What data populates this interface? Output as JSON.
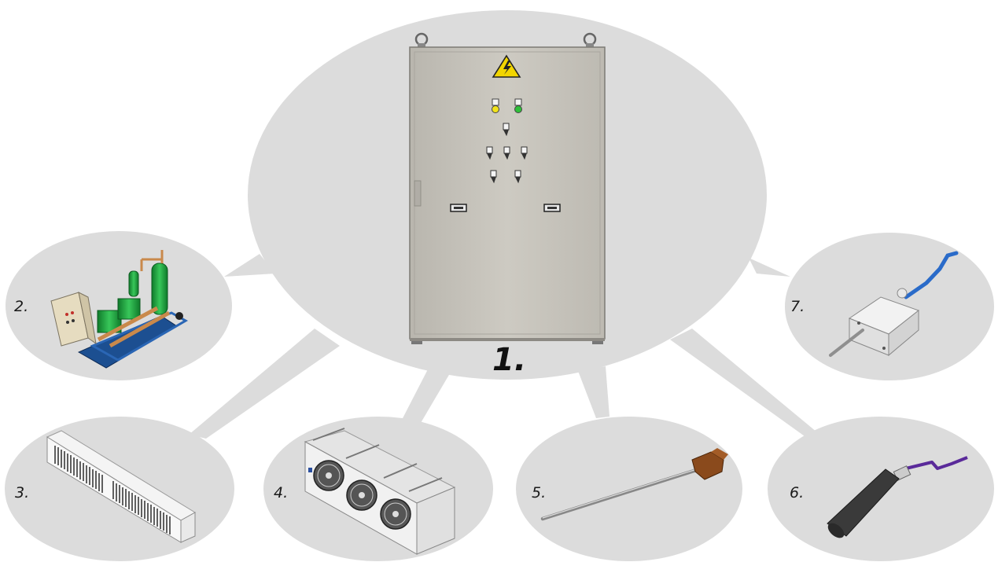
{
  "diagram": {
    "labels": {
      "main": "1.",
      "item2": "2.",
      "item3": "3.",
      "item4": "4.",
      "item5": "5.",
      "item6": "6.",
      "item7": "7."
    },
    "colors": {
      "bubble": "#dcdcdc",
      "cabinet": "#c7c4bc",
      "warning": "#f2d500",
      "lamp_yellow": "#f1e21c",
      "lamp_green": "#2fbf3a",
      "compressor_green": "#1f9a3a",
      "frame_blue": "#1c4f91",
      "pipe_copper": "#c9894b",
      "cable_blue": "#2a6bc9",
      "cable_purple": "#5a2a9a",
      "probe_head": "#8a4a1c"
    },
    "icons": [
      "control-cabinet-icon",
      "compressor-rack-icon",
      "air-cooler-icon",
      "condenser-icon",
      "temperature-probe-icon",
      "heater-element-icon",
      "sensor-box-icon"
    ]
  }
}
